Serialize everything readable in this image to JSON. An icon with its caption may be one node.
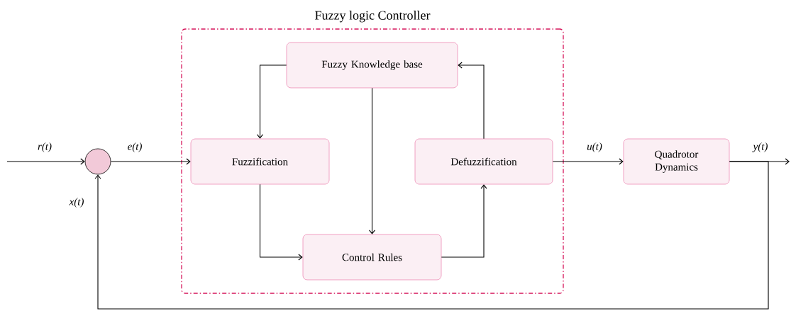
{
  "diagram": {
    "nodes": [
      {
        "text": [
          "Fuzzy logic Controller"
        ]
      },
      {
        "text": [
          "Fuzzy Knowledge base"
        ],
        "in": 0
      },
      {
        "text": [
          "Fuzzification"
        ],
        "in": 0
      },
      {
        "text": [
          "Defuzzification"
        ],
        "in": 0
      },
      {
        "text": [
          "Control Rules"
        ],
        "in": 0
      },
      {
        "text": [],
        "shape": "circle"
      },
      {
        "text": [
          "Quadrotor Dynamics"
        ]
      }
    ],
    "edges": [
      {
        "from": null,
        "to": 5,
        "arrow": "to",
        "label": "r(t)"
      },
      {
        "from": 5,
        "to": 2,
        "arrow": "to",
        "label": "e(t)"
      },
      {
        "from": 1,
        "to": 2,
        "arrow": "to"
      },
      {
        "from": 1,
        "to": 4,
        "arrow": "to"
      },
      {
        "from": 2,
        "to": 4,
        "arrow": "to"
      },
      {
        "from": 4,
        "to": 3,
        "arrow": "to"
      },
      {
        "from": 3,
        "to": 1,
        "arrow": "to"
      },
      {
        "from": 3,
        "to": 6,
        "arrow": "to",
        "label": "u(t)"
      },
      {
        "from": 6,
        "to": null,
        "arrow": "to",
        "label": "y(t)"
      },
      {
        "from": 6,
        "to": 5,
        "arrow": "to",
        "label": "x(t)"
      }
    ]
  }
}
